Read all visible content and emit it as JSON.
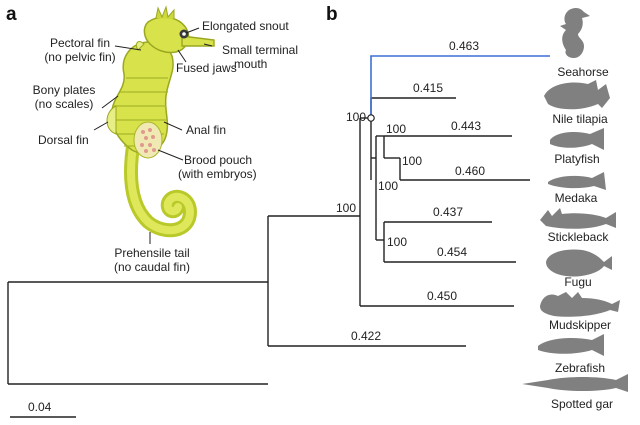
{
  "panels": {
    "a": "a",
    "b": "b"
  },
  "seahorse_labels": {
    "pectoral_fin": [
      "Pectoral fin",
      "(no pelvic fin)"
    ],
    "elongated_snout": "Elongated snout",
    "small_terminal_mouth": [
      "Small terminal",
      "mouth"
    ],
    "fused_jaws": "Fused jaws",
    "bony_plates": [
      "Bony plates",
      "(no scales)"
    ],
    "anal_fin": "Anal fin",
    "dorsal_fin": "Dorsal fin",
    "brood_pouch": [
      "Brood pouch",
      "(with embryos)"
    ],
    "prehensile_tail": [
      "Prehensile tail",
      "(no caudal fin)"
    ]
  },
  "tree": {
    "taxa": [
      "Seahorse",
      "Nile tilapia",
      "Platyfish",
      "Medaka",
      "Stickleback",
      "Fugu",
      "Mudskipper",
      "Zebrafish",
      "Spotted gar"
    ],
    "branch_lengths": {
      "seahorse": "0.463",
      "nile_tilapia": "0.415",
      "platyfish": "0.443",
      "medaka": "0.460",
      "stickleback": "0.437",
      "fugu": "0.454",
      "mudskipper": "0.450",
      "zebrafish": "0.422"
    },
    "bootstrap": {
      "root_node": "100",
      "percomorph_node": "100",
      "tilapia_node": "100",
      "platy_medaka_node": "100",
      "platy_medaka_inner": "100",
      "stickle_fugu_node": "100"
    },
    "highlight_color": "#3b6fd6",
    "branch_color": "#222222",
    "scale_bar": "0.04"
  }
}
